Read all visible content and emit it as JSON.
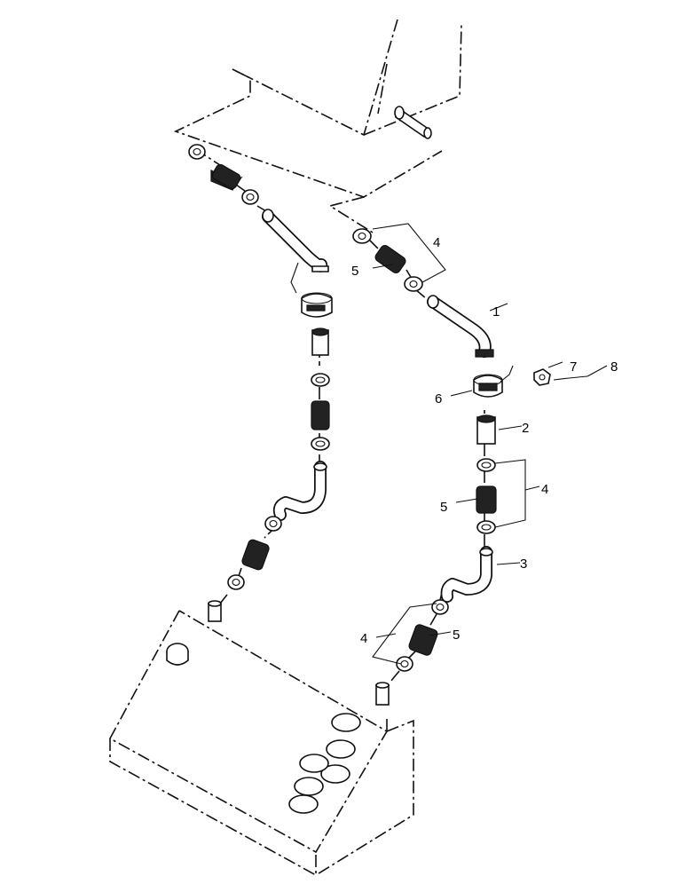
{
  "colors": {
    "line": "#111111",
    "background": "#ffffff",
    "hatch": "#222222"
  },
  "labels": {
    "l1": "1",
    "l2": "2",
    "l3": "3",
    "l4a": "4",
    "l4b": "4",
    "l4c": "4",
    "l5a": "5",
    "l5b": "5",
    "l5c": "5",
    "l6": "6",
    "l7": "7",
    "l8": "8"
  }
}
